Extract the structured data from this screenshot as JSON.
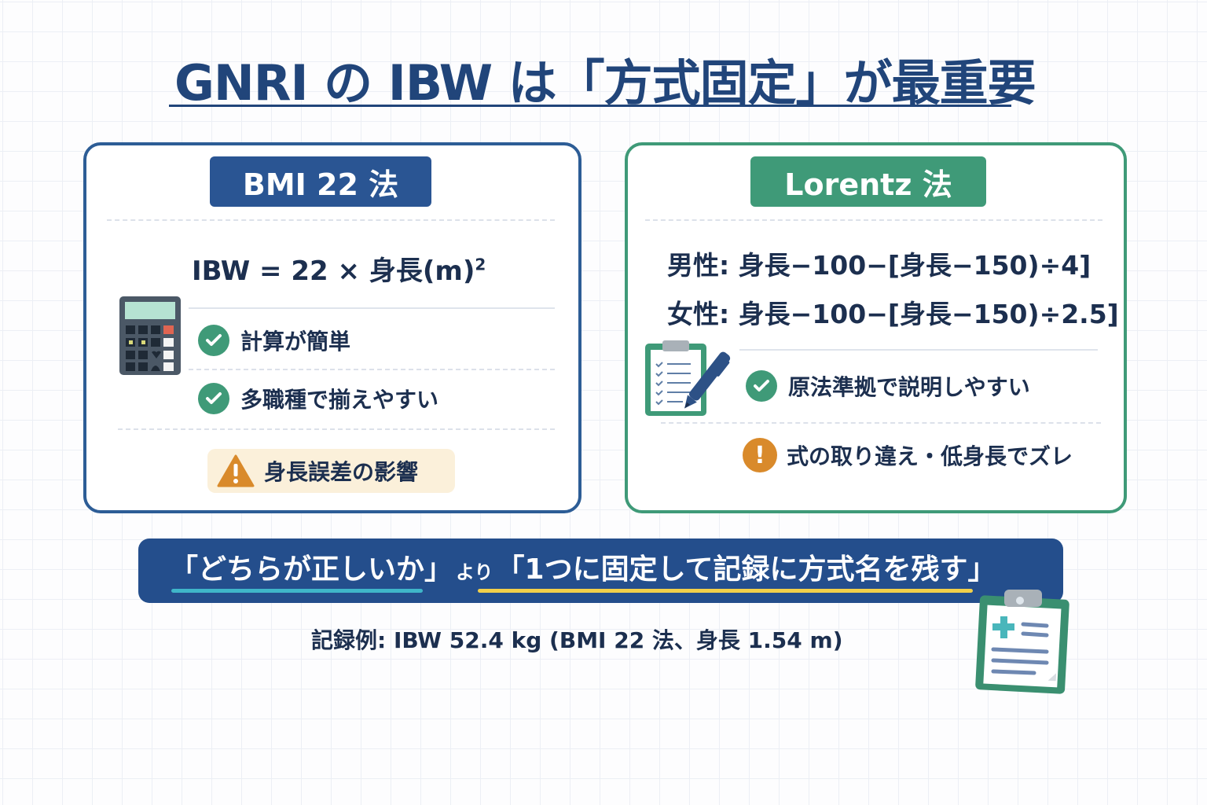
{
  "title": "GNRI の IBW は「方式固定」が最重要",
  "colors": {
    "navy": "#21457a",
    "blue_card": "#2d5d96",
    "green_card": "#3f9a78",
    "check_green": "#3f9a78",
    "warning_orange": "#d98a2b",
    "warning_bg": "#fbf0da",
    "banner": "#244e8c",
    "underline_cyan": "#3fb6c9",
    "underline_yellow": "#f2d04a"
  },
  "left_card": {
    "badge": "BMI 22 法",
    "formula_main": "IBW = 22 × 身長(m)",
    "formula_sup": "2",
    "icon": "calculator-icon",
    "pros": [
      {
        "icon": "check-icon",
        "label": "計算が簡単"
      },
      {
        "icon": "check-icon",
        "label": "多職種で揃えやすい"
      }
    ],
    "warning": {
      "icon": "warning-triangle-icon",
      "label": "身長誤差の影響"
    }
  },
  "right_card": {
    "badge": "Lorentz 法",
    "formula_male": "男性: 身長−100−[身長−150)÷4]",
    "formula_female": "女性: 身長−100−[身長−150)÷2.5]",
    "icon": "clipboard-pen-icon",
    "pros": [
      {
        "icon": "check-icon",
        "label": "原法準拠で説明しやすい"
      }
    ],
    "cons": [
      {
        "icon": "exclamation-icon",
        "label": "式の取り違え・低身長でズレ"
      }
    ]
  },
  "banner": {
    "part1": "「どちらが正しいか」",
    "connector": "より",
    "part2": "「1つに固定して記録に方式名を残す」"
  },
  "record_example": "記録例: IBW 52.4 kg (BMI 22 法、身長 1.54 m)",
  "record_icon": "medical-clipboard-icon"
}
